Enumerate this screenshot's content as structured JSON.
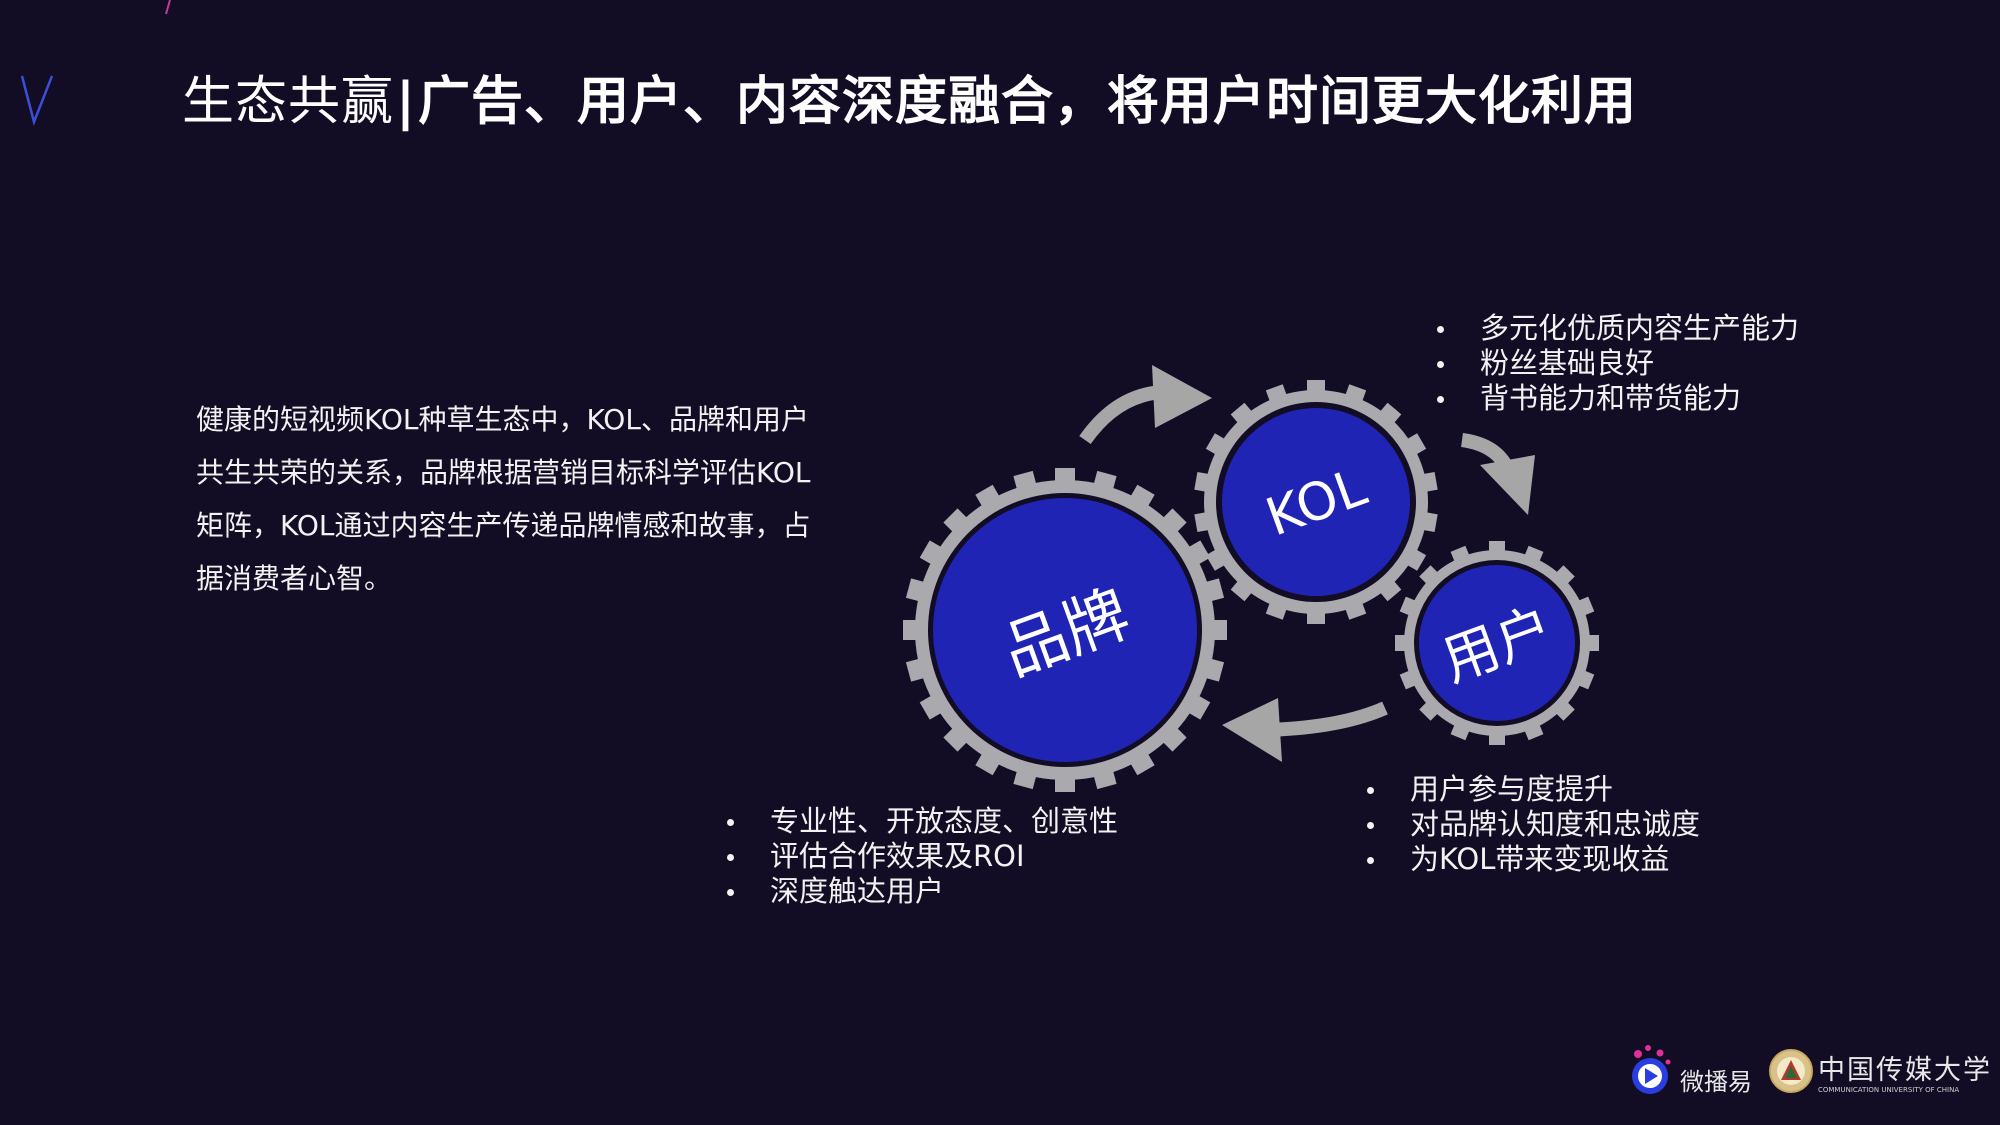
{
  "title": {
    "prefix": "生态共赢",
    "separator": "|",
    "main": "广告、用户、内容深度融合，将用户时间更大化利用"
  },
  "description": "健康的短视频KOL种草生态中，KOL、品牌和用户共生共荣的关系，品牌根据营销目标科学评估KOL矩阵，KOL通过内容生产传递品牌情感和故事，占据消费者心智。",
  "gears": {
    "brand": {
      "label": "品牌"
    },
    "kol": {
      "label": "KOL"
    },
    "user": {
      "label": "用户"
    }
  },
  "kol_bullets": [
    "多元化优质内容生产能力",
    "粉丝基础良好",
    "背书能力和带货能力"
  ],
  "user_bullets": [
    "用户参与度提升",
    "对品牌认知度和忠诚度",
    "为KOL带来变现收益"
  ],
  "brand_bullets": [
    "专业性、开放态度、创意性",
    "评估合作效果及ROI",
    "深度触达用户"
  ],
  "logos": {
    "weiboyi": "微播易",
    "cuc_cn": "中国传媒大学",
    "cuc_en": "COMMUNICATION UNIVERSITY OF CHINA"
  },
  "colors": {
    "background": "#120c24",
    "gear_gray": "#a9a9ae",
    "gear_blue": "#1f24b5",
    "arrow_gray": "#a6a6a6"
  }
}
